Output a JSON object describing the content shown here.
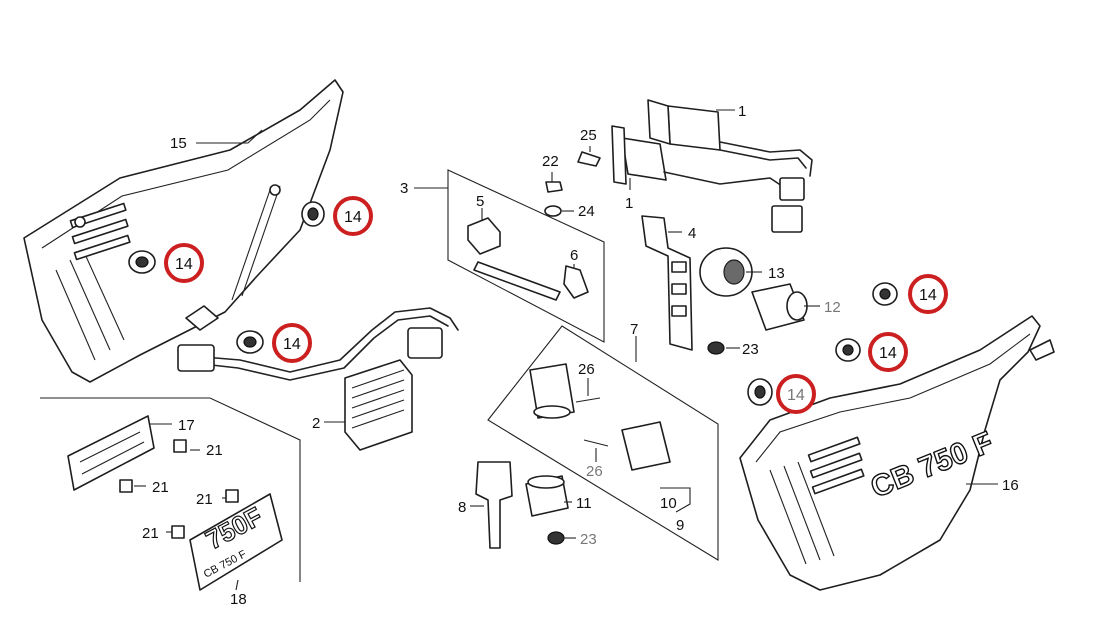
{
  "callouts": [
    {
      "id": "c1",
      "text": "1"
    },
    {
      "id": "c1b",
      "text": "1"
    },
    {
      "id": "c2",
      "text": "2"
    },
    {
      "id": "c3",
      "text": "3"
    },
    {
      "id": "c4",
      "text": "4"
    },
    {
      "id": "c5",
      "text": "5"
    },
    {
      "id": "c6",
      "text": "6"
    },
    {
      "id": "c7",
      "text": "7"
    },
    {
      "id": "c8",
      "text": "8"
    },
    {
      "id": "c9",
      "text": "9"
    },
    {
      "id": "c10",
      "text": "10"
    },
    {
      "id": "c11",
      "text": "11"
    },
    {
      "id": "c12",
      "text": "12"
    },
    {
      "id": "c13",
      "text": "13"
    },
    {
      "id": "c15",
      "text": "15"
    },
    {
      "id": "c16",
      "text": "16"
    },
    {
      "id": "c17",
      "text": "17"
    },
    {
      "id": "c18",
      "text": "18"
    },
    {
      "id": "c21a",
      "text": "21"
    },
    {
      "id": "c21b",
      "text": "21"
    },
    {
      "id": "c21c",
      "text": "21"
    },
    {
      "id": "c21d",
      "text": "21"
    },
    {
      "id": "c22",
      "text": "22"
    },
    {
      "id": "c23a",
      "text": "23"
    },
    {
      "id": "c23b",
      "text": "23"
    },
    {
      "id": "c24",
      "text": "24"
    },
    {
      "id": "c25",
      "text": "25"
    },
    {
      "id": "c26a",
      "text": "26"
    },
    {
      "id": "c26b",
      "text": "26"
    }
  ],
  "highlighted": [
    {
      "id": "h1",
      "text": "14"
    },
    {
      "id": "h2",
      "text": "14"
    },
    {
      "id": "h3",
      "text": "14"
    },
    {
      "id": "h4",
      "text": "14"
    },
    {
      "id": "h5",
      "text": "14"
    },
    {
      "id": "h6",
      "text": "14"
    }
  ],
  "emblems": {
    "cover_right": "CB 750 F",
    "badge_18_line1": "750F",
    "badge_18_line2": "CB 750 F"
  },
  "colors": {
    "highlight_ring": "#cc1f1f",
    "ink": "#1e1e1e"
  }
}
